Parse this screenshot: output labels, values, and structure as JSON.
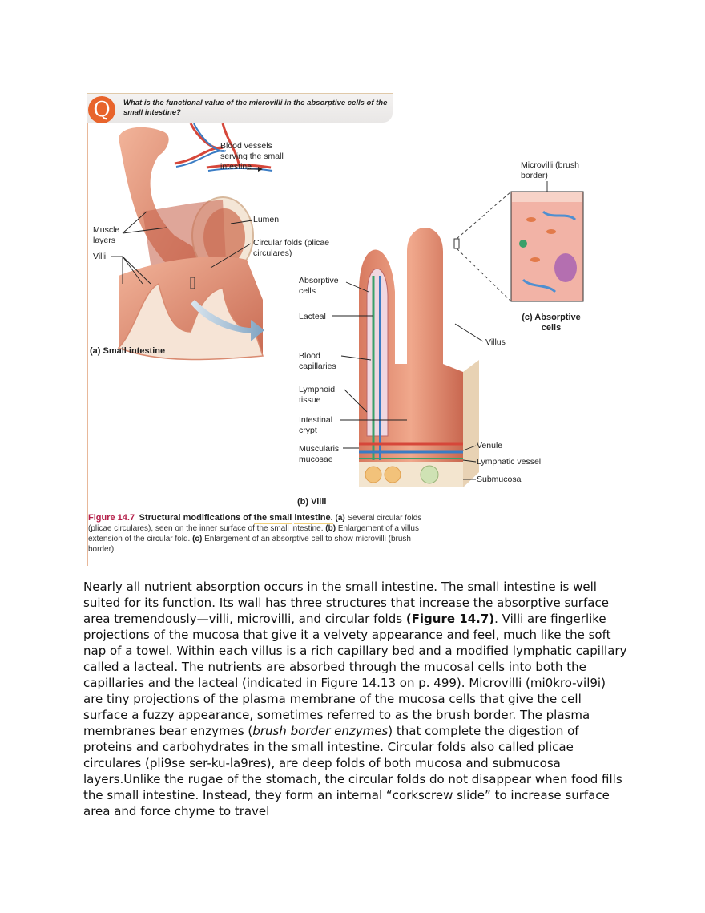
{
  "figure": {
    "question_icon": "Q",
    "question": "What is the functional value of the microvilli in the absorptive cells of the small intestine?",
    "panel_a": {
      "title": "(a) Small intestine",
      "labels": {
        "blood_vessels": "Blood vessels serving the small intestine",
        "lumen": "Lumen",
        "muscle_layers": "Muscle layers",
        "circular_folds": "Circular folds (plicae circulares)",
        "villi": "Villi"
      }
    },
    "panel_b": {
      "title": "(b) Villi",
      "labels": {
        "absorptive_cells": "Absorptive cells",
        "lacteal": "Lacteal",
        "blood_capillaries": "Blood capillaries",
        "lymphoid_tissue": "Lymphoid tissue",
        "intestinal_crypt": "Intestinal crypt",
        "muscularis_mucosae": "Muscularis mucosae",
        "villus": "Villus",
        "venule": "Venule",
        "lymphatic_vessel": "Lymphatic vessel",
        "submucosa": "Submucosa"
      }
    },
    "panel_c": {
      "title": "(c) Absorptive cells",
      "labels": {
        "microvilli": "Microvilli (brush border)"
      }
    },
    "caption": {
      "number": "Figure 14.7",
      "title_pre": "Structural modifications of ",
      "title_highlight1": "the small",
      "title_highlight2": "intestine.",
      "part_a_marker": "(a)",
      "part_a": " Several circular folds (plicae circulares), seen on the inner surface of the small intestine. ",
      "part_b_marker": "(b)",
      "part_b": " Enlargement of a villus extension of the circular fold. ",
      "part_c_marker": "(c)",
      "part_c": " Enlargement of an absorptive cell to show microvilli (brush border)."
    }
  },
  "body": {
    "s1": "Nearly all nutrient absorption occurs in the small intestine. The small intestine is well suited for its function. Its wall has three structures that increase the absorptive surface area tremendously—villi, microvilli, and circular folds ",
    "fig_ref": "(Figure 14.7)",
    "s2": ". Villi are fingerlike projections of the mucosa that give it a velvety appearance and feel, much like the soft nap of a towel. Within each villus is a rich capillary bed and a modified lymphatic capillary called a lacteal. The nutrients are absorbed through the mucosal cells into both the capillaries and the lacteal (indicated in Figure 14.13 on p. 499). Microvilli (mi0kro-vil9i) are tiny projections of the plasma membrane of the mucosa cells that give the cell surface a fuzzy appearance, sometimes referred to as the brush border. The plasma membranes bear enzymes (",
    "italic_term": "brush border enzymes",
    "s3": ") that complete the digestion of proteins and carbohydrates in the small intestine. Circular folds also called plicae circulares (pli9se ser-ku-la9res), are deep folds of both mucosa and submucosa layers.Unlike the rugae of the stomach, the circular folds do not disappear when food fills the small intestine. Instead, they form an internal “corkscrew slide” to increase surface area and force chyme to travel"
  },
  "colors": {
    "q_icon": "#e8642c",
    "figure_number": "#b5204a",
    "tissue": "#e0856a",
    "highlight_underline": "#f3d27a"
  }
}
